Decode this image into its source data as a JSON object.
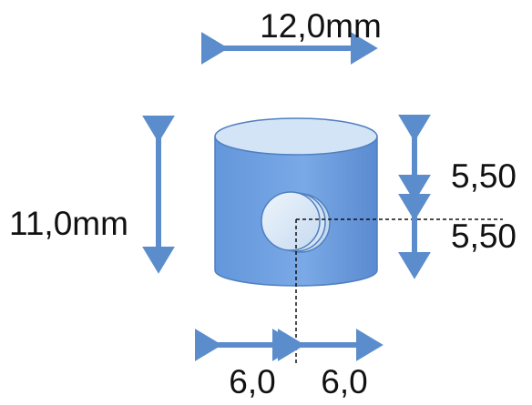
{
  "dimensions": {
    "width_label": "12,0mm",
    "height_label": "11,0mm",
    "upper_half_label": "5,50",
    "lower_half_label": "5,50",
    "left_half_label": "6,0",
    "right_half_label": "6,0"
  },
  "colors": {
    "arrow": "#5b8ccb",
    "cylinder_body": "#6d9ee0",
    "cylinder_top": "#d3e4f6",
    "cylinder_edge": "#4f7fbf",
    "disc": "#dbe8f6",
    "guide_line": "#111111"
  }
}
